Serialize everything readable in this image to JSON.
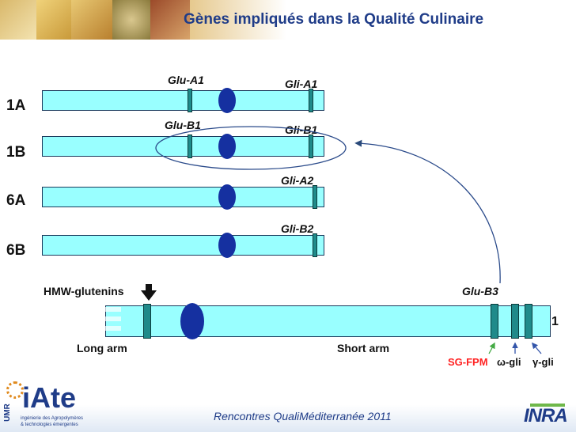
{
  "title": "Gènes impliqués dans la Qualité Culinaire",
  "chromosomes": [
    {
      "name": "1A",
      "genes": [
        "Glu-A1",
        "Gli-A1"
      ]
    },
    {
      "name": "1B",
      "genes": [
        "Glu-B1",
        "Gli-B1"
      ]
    },
    {
      "name": "6A",
      "genes": [
        "Gli-A2"
      ]
    },
    {
      "name": "6B",
      "genes": [
        "Gli-B2"
      ]
    }
  ],
  "detail": {
    "hmw_label": "HMW-glutenins",
    "glu_b3_label": "Glu-B3",
    "long_arm": "Long arm",
    "short_arm": "Short arm",
    "trailing_label": "1",
    "products": [
      "SG-FPM",
      "ω-gli",
      "γ-gli"
    ]
  },
  "footer": {
    "event": "Rencontres QualiMéditerranée 2011",
    "logo_umr": "UMR",
    "logo_iate": "iAte",
    "logo_iate_sub1": "ingénierie des Agropolymères",
    "logo_iate_sub2": "& technologies émergentes",
    "logo_inra": "INRA"
  },
  "colors": {
    "chromosome_fill": "#99ffff",
    "band": "#1f8a8a",
    "centromere": "#1530a0",
    "title": "#1f3c88",
    "highlight": "#ff2222"
  }
}
